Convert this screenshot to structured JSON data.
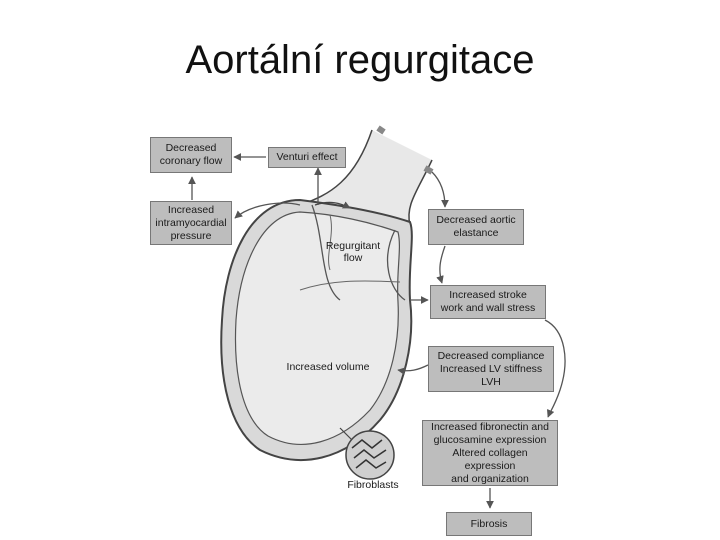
{
  "title": "Aortální regurgitace",
  "boxes": {
    "decreased_coronary_flow": "Decreased\ncoronary flow",
    "venturi_effect": "Venturi effect",
    "increased_intramyocardial_pressure": "Increased\nintramyocardial\npressure",
    "decreased_aortic_elastance": "Decreased aortic\nelastance",
    "increased_stroke_work": "Increased stroke\nwork and wall stress",
    "decreased_compliance": "Decreased compliance\nIncreased LV stiffness\nLVH",
    "fibronectin_expression": "Increased fibronectin and\nglucosamine expression\nAltered collagen expression\nand organization",
    "fibrosis": "Fibrosis"
  },
  "labels": {
    "regurgitant_flow": "Regurgitant\nflow",
    "increased_volume": "Increased volume",
    "fibroblasts": "Fibroblasts"
  },
  "colors": {
    "box_fill": "#bdbdbd",
    "heart_fill": "#e0e0e0",
    "outline": "#444444",
    "arrow": "#555555"
  }
}
